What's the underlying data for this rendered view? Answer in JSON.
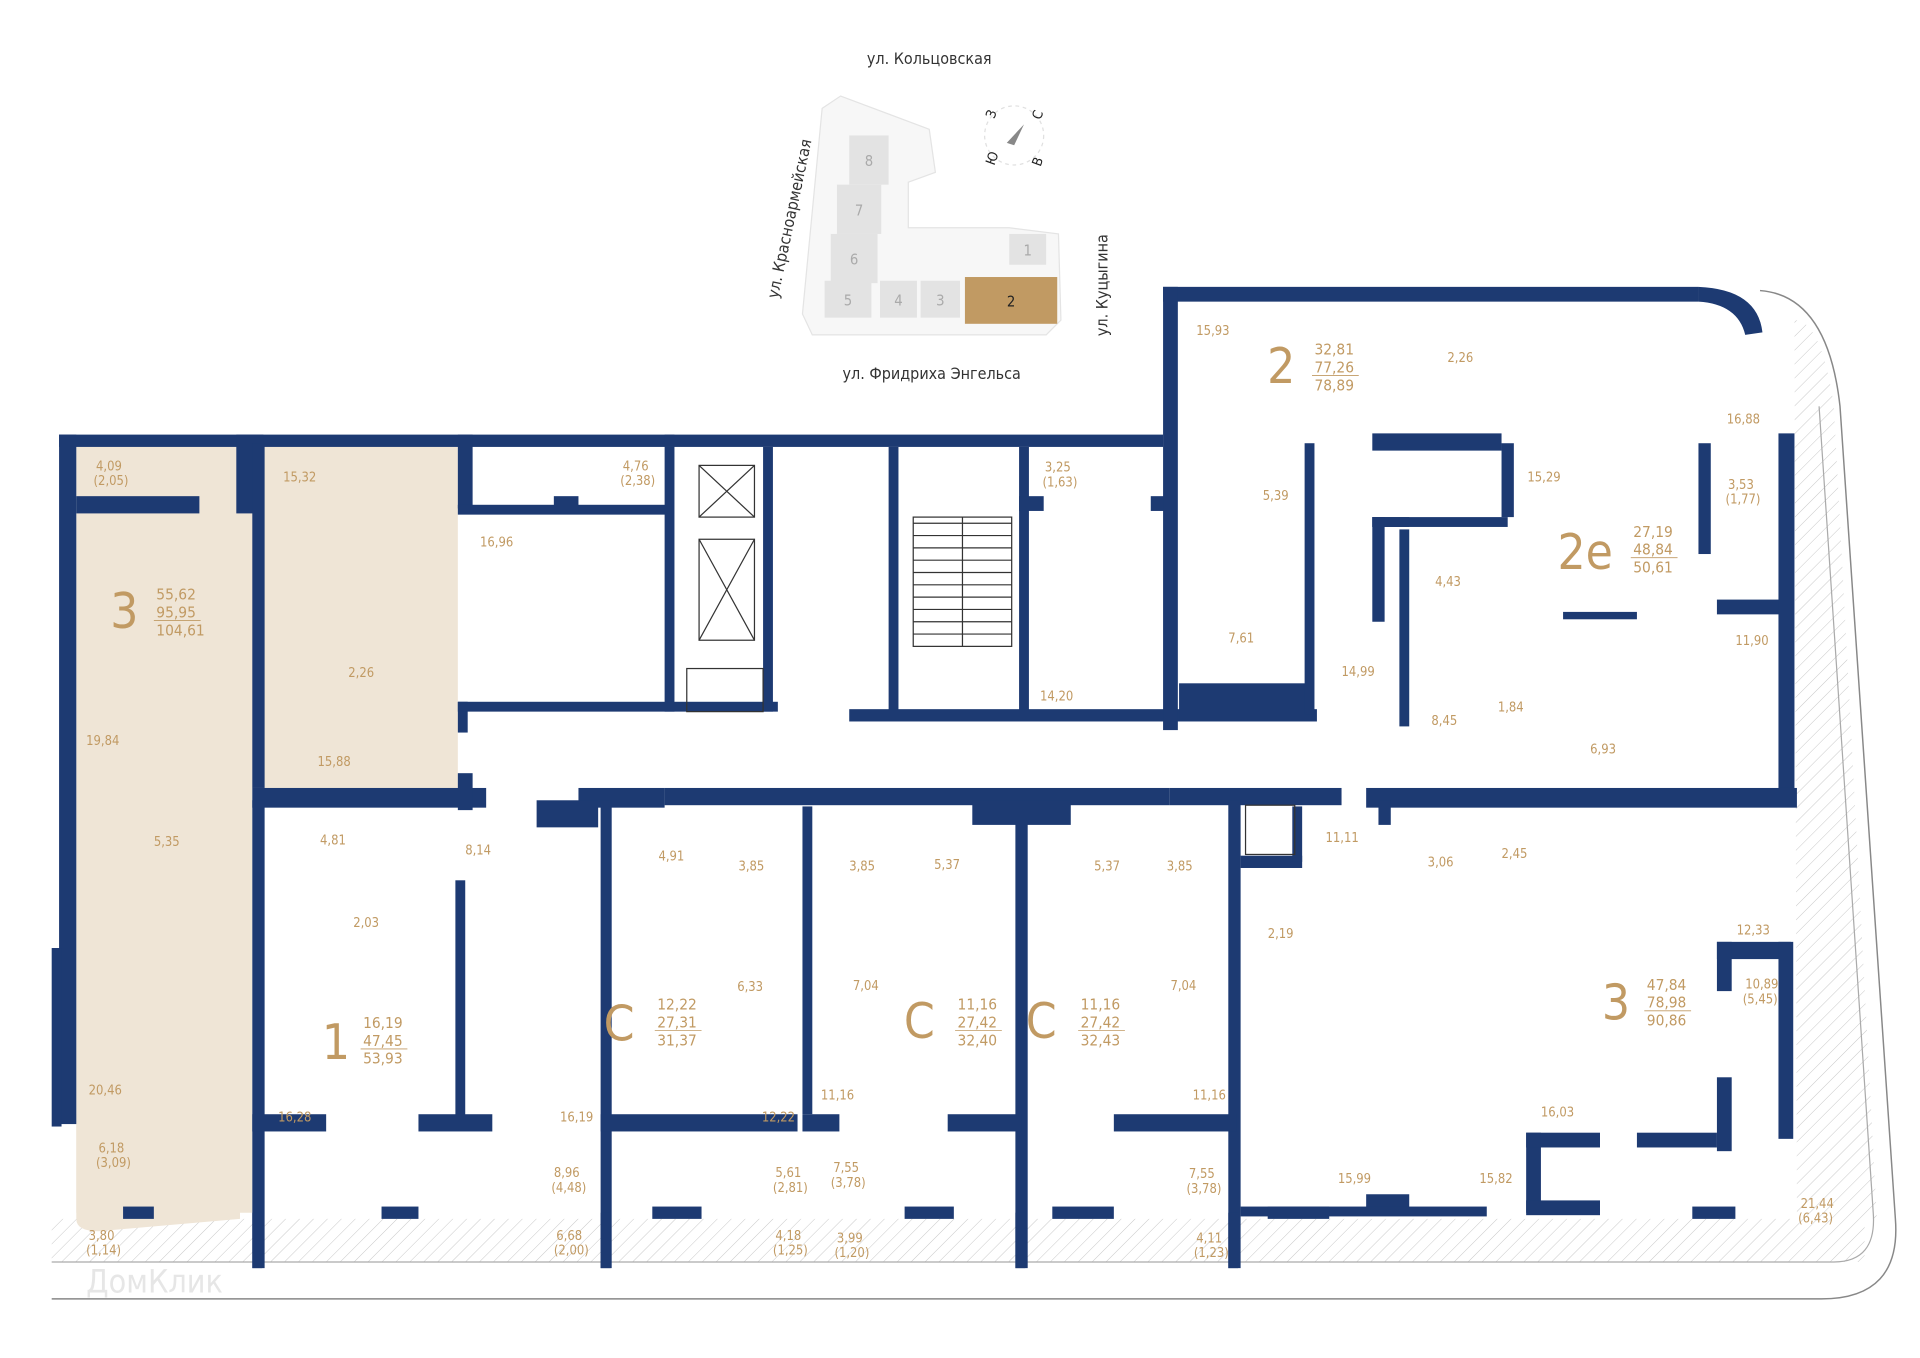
{
  "streets": {
    "north": "ул. Кольцовская",
    "west": "ул. Красноармейская",
    "east": "ул. Куцыгина",
    "south": "ул. Фридриха Энгельса"
  },
  "compass": {
    "west": "З",
    "north": "С",
    "south": "Ю",
    "east": "В"
  },
  "site_plan": {
    "buildings": [
      "8",
      "7",
      "6",
      "5",
      "4",
      "3",
      "2",
      "1"
    ],
    "highlighted": "2",
    "highlight_color": "#c19a63"
  },
  "colors": {
    "wall": "#1d3a72",
    "apartment_fill": "#efe5d6",
    "label": "#c19a63"
  },
  "apartments": [
    {
      "rooms": "3",
      "living": "55,62",
      "total": "95,95",
      "total_with_balcony": "104,61"
    },
    {
      "rooms": "2",
      "living": "32,81",
      "total": "77,26",
      "total_with_balcony": "78,89"
    },
    {
      "rooms": "2е",
      "living": "27,19",
      "total": "48,84",
      "total_with_balcony": "50,61"
    },
    {
      "rooms": "1",
      "living": "16,19",
      "total": "47,45",
      "total_with_balcony": "53,93"
    },
    {
      "rooms": "С",
      "living": "12,22",
      "total": "27,31",
      "total_with_balcony": "31,37"
    },
    {
      "rooms": "С",
      "living": "11,16",
      "total": "27,42",
      "total_with_balcony": "32,40"
    },
    {
      "rooms": "С",
      "living": "11,16",
      "total": "27,42",
      "total_with_balcony": "32,43"
    },
    {
      "rooms": "3",
      "living": "47,84",
      "total": "78,98",
      "total_with_balcony": "90,86"
    }
  ],
  "rooms": [
    {
      "area": "4,09",
      "reduced": "(2,05)"
    },
    {
      "area": "15,32"
    },
    {
      "area": "4,76",
      "reduced": "(2,38)"
    },
    {
      "area": "16,96"
    },
    {
      "area": "2,26"
    },
    {
      "area": "19,84"
    },
    {
      "area": "15,88"
    },
    {
      "area": "5,35"
    },
    {
      "area": "20,46"
    },
    {
      "area": "6,18",
      "reduced": "(3,09)"
    },
    {
      "area": "3,80",
      "reduced": "(1,14)"
    },
    {
      "area": "4,81"
    },
    {
      "area": "8,14"
    },
    {
      "area": "2,03"
    },
    {
      "area": "16,28"
    },
    {
      "area": "16,19"
    },
    {
      "area": "8,96",
      "reduced": "(4,48)"
    },
    {
      "area": "6,68",
      "reduced": "(2,00)"
    },
    {
      "area": "4,91"
    },
    {
      "area": "3,85"
    },
    {
      "area": "6,33"
    },
    {
      "area": "12,22"
    },
    {
      "area": "5,61",
      "reduced": "(2,81)"
    },
    {
      "area": "4,18",
      "reduced": "(1,25)"
    },
    {
      "area": "3,85"
    },
    {
      "area": "7,04"
    },
    {
      "area": "5,37"
    },
    {
      "area": "11,16"
    },
    {
      "area": "7,55",
      "reduced": "(3,78)"
    },
    {
      "area": "3,99",
      "reduced": "(1,20)"
    },
    {
      "area": "5,37"
    },
    {
      "area": "3,85"
    },
    {
      "area": "7,04"
    },
    {
      "area": "11,16"
    },
    {
      "area": "7,55",
      "reduced": "(3,78)"
    },
    {
      "area": "4,11",
      "reduced": "(1,23)"
    },
    {
      "area": "3,25",
      "reduced": "(1,63)"
    },
    {
      "area": "14,20"
    },
    {
      "area": "15,93"
    },
    {
      "area": "2,26"
    },
    {
      "area": "16,88"
    },
    {
      "area": "5,39"
    },
    {
      "area": "7,61"
    },
    {
      "area": "14,99"
    },
    {
      "area": "15,29"
    },
    {
      "area": "3,53",
      "reduced": "(1,77)"
    },
    {
      "area": "4,43"
    },
    {
      "area": "11,90"
    },
    {
      "area": "8,45"
    },
    {
      "area": "1,84"
    },
    {
      "area": "6,93"
    },
    {
      "area": "11,11"
    },
    {
      "area": "3,06"
    },
    {
      "area": "2,45"
    },
    {
      "area": "2,19"
    },
    {
      "area": "12,33"
    },
    {
      "area": "10,89",
      "reduced": "(5,45)"
    },
    {
      "area": "16,03"
    },
    {
      "area": "15,99"
    },
    {
      "area": "15,82"
    },
    {
      "area": "21,44",
      "reduced": "(6,43)"
    }
  ],
  "watermark": "ДомКлик"
}
